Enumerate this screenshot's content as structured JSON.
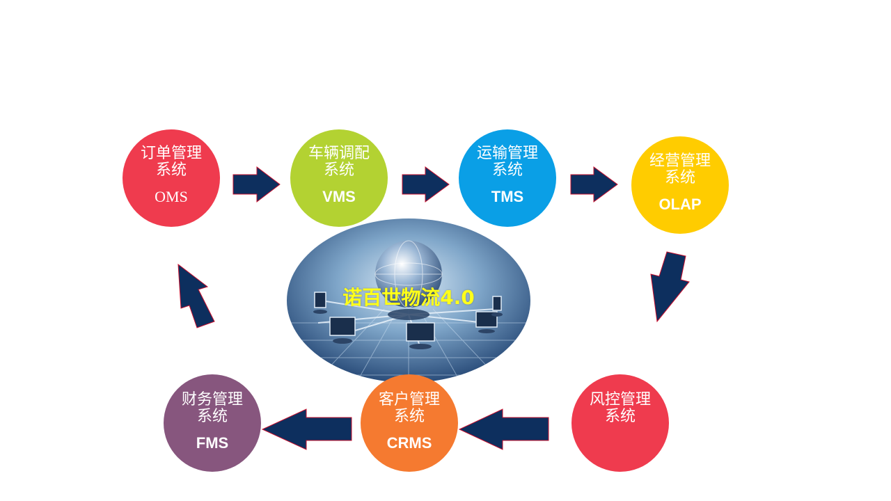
{
  "colors": {
    "arrow_fill": "#0d2f5e",
    "arrow_stroke": "#c8102e",
    "hub_title": "#ffff1a"
  },
  "hub": {
    "title": "诺百世物流4.0",
    "image": "globe-network-illustration"
  },
  "nodes": {
    "oms": {
      "line1": "订单管理",
      "line2": "系统",
      "abbr": "OMS",
      "color": "#ef3b4e"
    },
    "vms": {
      "line1": "车辆调配",
      "line2": "系统",
      "abbr": "VMS",
      "color": "#b3d232"
    },
    "tms": {
      "line1": "运输管理",
      "line2": "系统",
      "abbr": "TMS",
      "color": "#0a9fe6"
    },
    "olap": {
      "line1": "经营管理",
      "line2": "系统",
      "abbr": "OLAP",
      "color": "#ffcc00"
    },
    "risk": {
      "line1": "风控管理",
      "line2": "系统",
      "abbr": "",
      "color": "#ef3b4e"
    },
    "crms": {
      "line1": "客户管理",
      "line2": "系统",
      "abbr": "CRMS",
      "color": "#f57a30"
    },
    "fms": {
      "line1": "财务管理",
      "line2": "系统",
      "abbr": "FMS",
      "color": "#87567e"
    }
  }
}
